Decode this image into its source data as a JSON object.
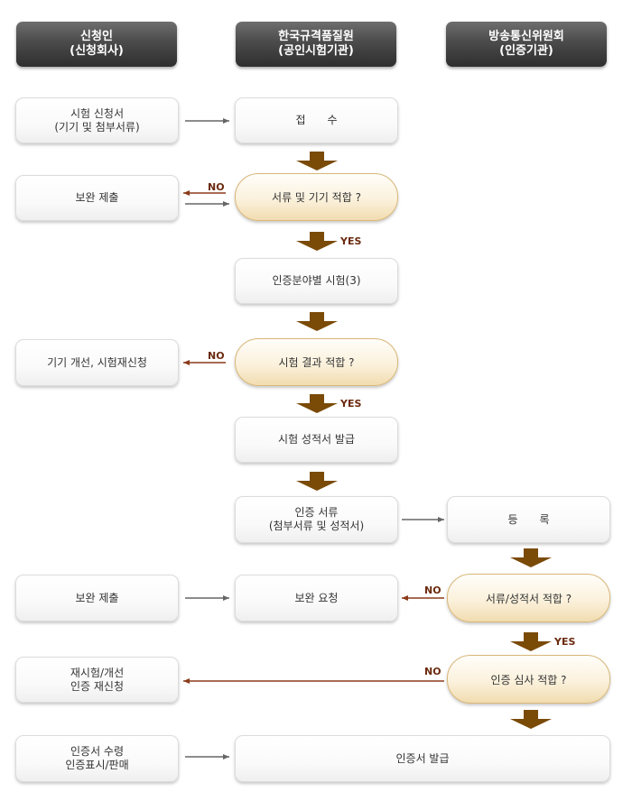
{
  "columns": {
    "applicant": {
      "title": "신청인",
      "subtitle": "(신청회사)"
    },
    "lab": {
      "title": "한국규격품질원",
      "subtitle": "(공인시험기관)"
    },
    "kcc": {
      "title": "방송통신위원회",
      "subtitle": "(인증기관)"
    }
  },
  "applicant": {
    "application": {
      "line1": "시험 신청서",
      "line2": "(기기 및 첨부서류)"
    },
    "supplement1": {
      "line1": "보완 제출"
    },
    "improve": {
      "line1": "기기 개선, 시험재신청"
    },
    "supplement2": {
      "line1": "보완 제출"
    },
    "retest": {
      "line1": "재시험/개선",
      "line2": "인증 재신청"
    },
    "receive": {
      "line1": "인증서 수령",
      "line2": "인증표시/판매"
    }
  },
  "lab": {
    "reception": "접　　수",
    "docs_check": "서류 및 기기 적합 ?",
    "field_test": "인증분야별 시험(3)",
    "result_check": "시험 결과 적합 ?",
    "report": "시험 성적서 발급",
    "cert_docs": {
      "line1": "인증 서류",
      "line2": "(첨부서류 및 성적서)"
    },
    "supplement_request": "보완 요청",
    "cert_issue": "인증서 발급"
  },
  "kcc": {
    "registration": "등　　록",
    "docs_report_check": "서류/성적서 적합 ?",
    "review_check": "인증 심사 적합 ?"
  },
  "labels": {
    "no": "NO",
    "yes": "YES"
  },
  "colors": {
    "arrow_brown": "#7a4a07",
    "no_line": "#8b3a1a",
    "gray_line": "#666666"
  }
}
